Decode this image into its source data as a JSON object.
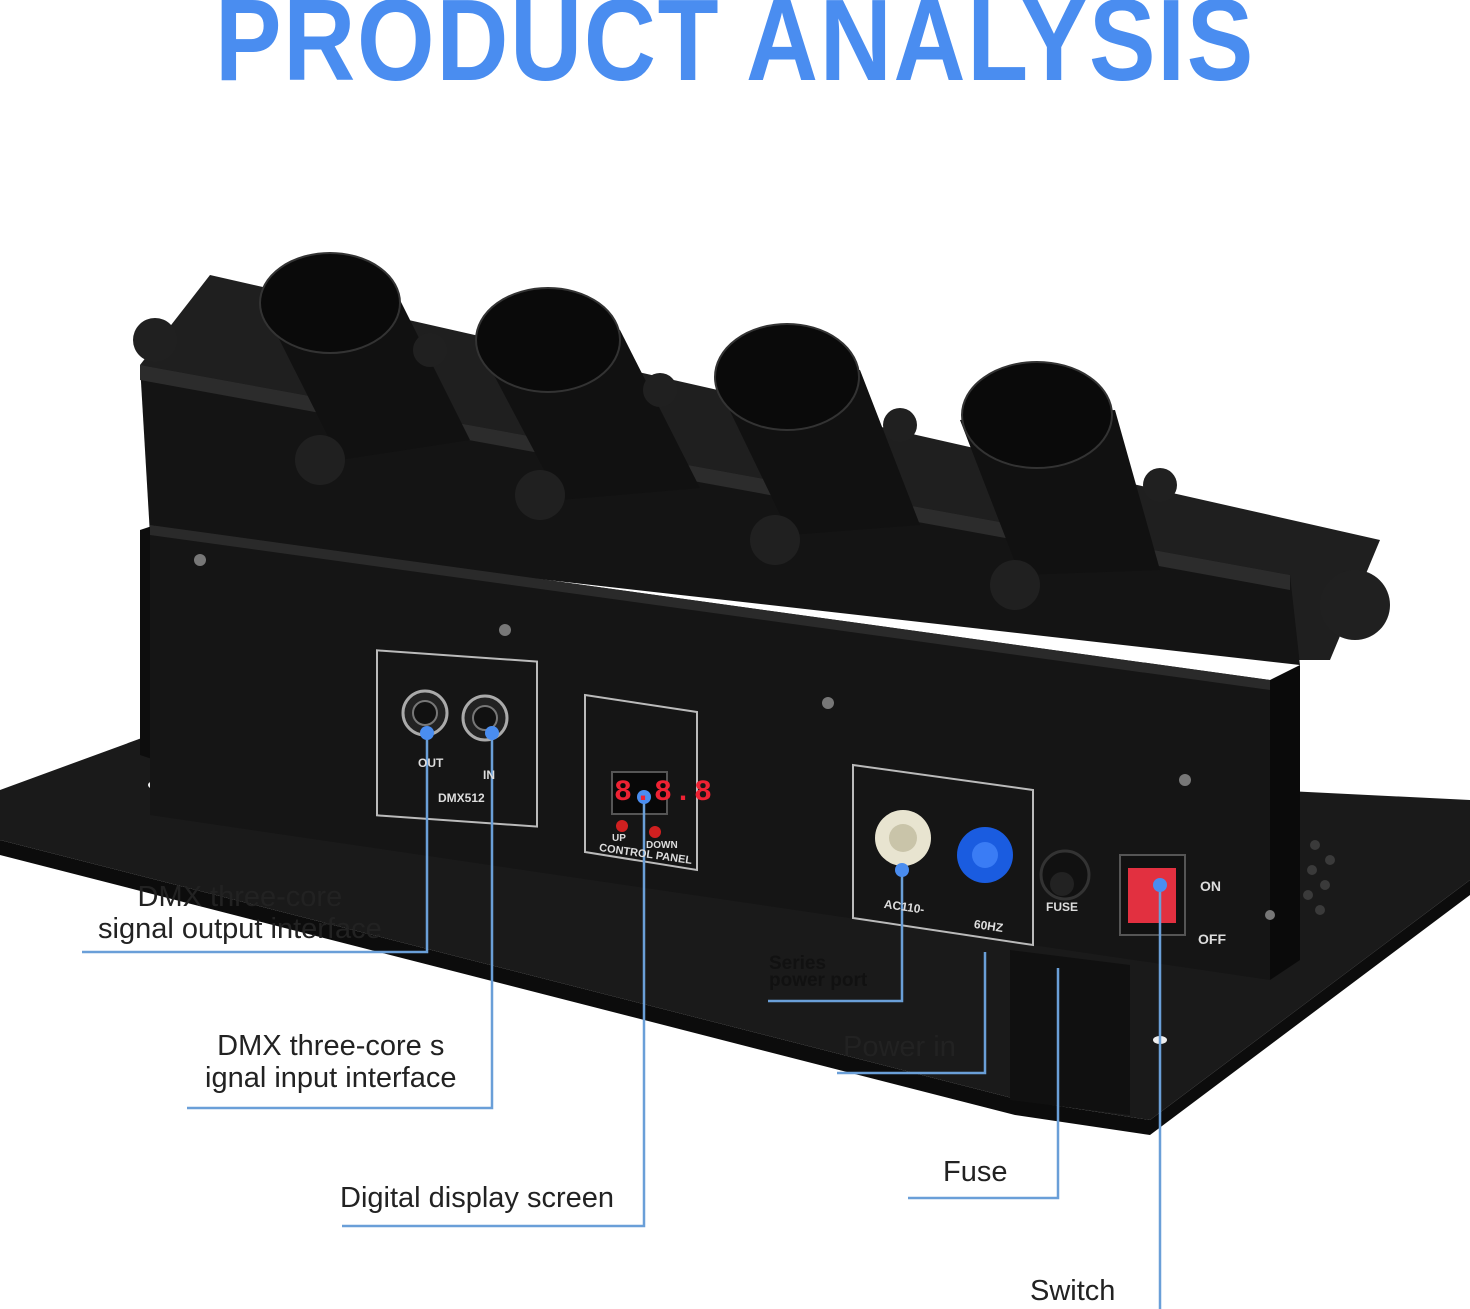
{
  "title": "PRODUCT ANALYSIS",
  "colors": {
    "accent": "#4a8df0",
    "leader_line": "#6a9fd8",
    "device": "#141414"
  },
  "device_markings": {
    "dmx": "DMX512",
    "out": "OUT",
    "in": "IN",
    "up": "UP",
    "down": "DOWN",
    "control_panel": "CONTROL PANEL",
    "display": "8.8.8",
    "ac": "AC110-",
    "hz": "60HZ",
    "fuse": "FUSE",
    "on": "ON",
    "off": "OFF"
  },
  "callouts": {
    "dmx_output": "DMX three-core\nsignal output interface",
    "dmx_input": "DMX three-core s\nignal input interface",
    "display": "Digital display screen",
    "series_power": "Series\npower port",
    "power_in": "Power in",
    "fuse": "Fuse",
    "switch": "Switch"
  }
}
